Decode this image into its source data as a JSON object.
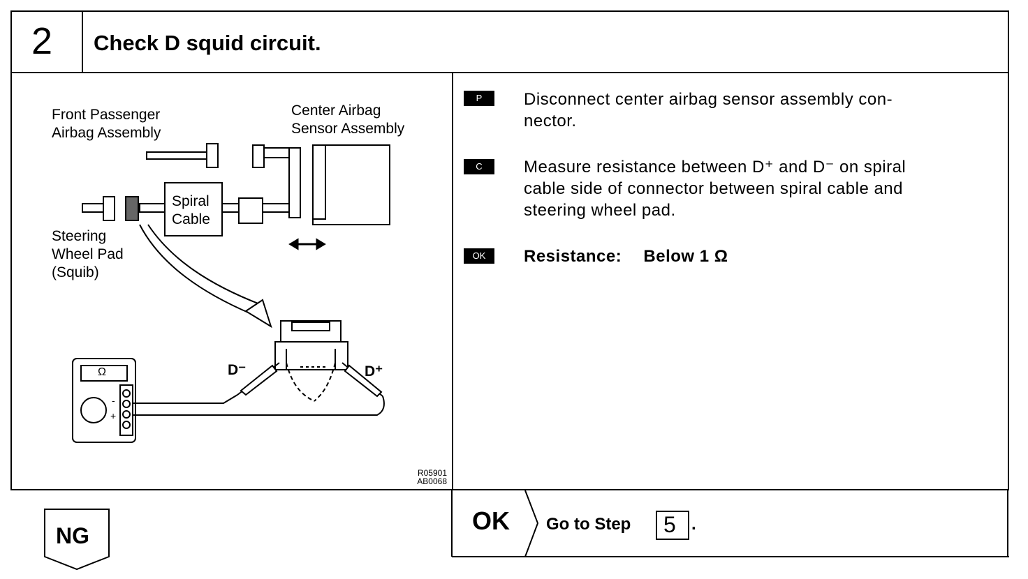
{
  "header": {
    "step_number": "2",
    "title": "Check D squid circuit."
  },
  "diagram": {
    "label_front_passenger": [
      "Front Passenger",
      "Airbag Assembly"
    ],
    "label_center_airbag": [
      "Center Airbag",
      "Sensor Assembly"
    ],
    "label_spiral_cable": [
      "Spiral",
      "Cable"
    ],
    "label_steering_wheel_pad": [
      "Steering",
      "Wheel Pad",
      "(Squib)"
    ],
    "label_d_minus": "D⁻",
    "label_d_plus": "D⁺",
    "meter_symbol": "Ω",
    "meter_minus": "-",
    "meter_plus": "+",
    "ref_codes": [
      "R05901",
      "AB0068"
    ]
  },
  "instructions": [
    {
      "badge": "P",
      "text_lines": [
        "Disconnect center airbag sensor assembly con-",
        "nector."
      ]
    },
    {
      "badge": "C",
      "text_lines": [
        "Measure resistance between D⁺ and D⁻ on spiral",
        "cable side of connector between spiral cable and",
        "steering wheel pad."
      ]
    },
    {
      "badge": "OK",
      "label": "Resistance:",
      "value": "Below 1 Ω"
    }
  ],
  "footer": {
    "ng_label": "NG",
    "ok_label": "OK",
    "go_to_text": "Go to Step",
    "go_to_step": "5",
    "period": "."
  }
}
